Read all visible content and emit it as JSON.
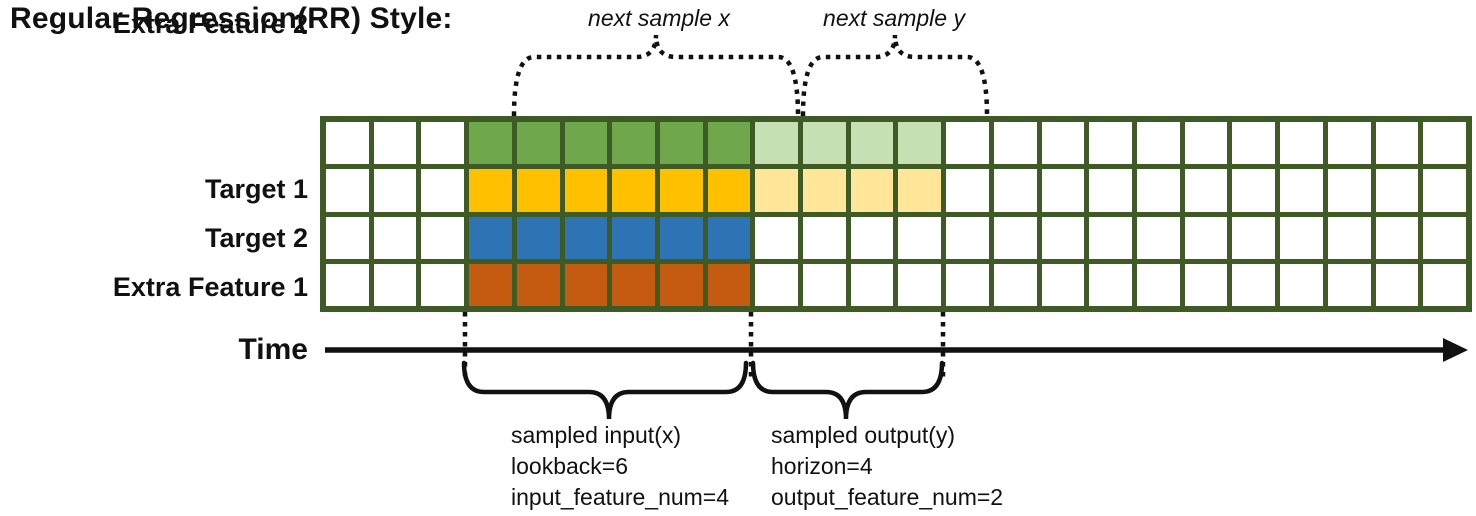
{
  "title": "Regular Regression(RR) Style:",
  "colors": {
    "grid_line": "#3e5a25",
    "cell_bg": "#ffffff",
    "annotation": "#111111"
  },
  "grid": {
    "columns": 24,
    "lookback_col_range": [
      3,
      8
    ],
    "horizon_col_range": [
      9,
      12
    ],
    "rows": [
      {
        "label": "Target 1",
        "full_color": "#6fa84c",
        "faded_color": "#c6e0b4",
        "has_horizon": true
      },
      {
        "label": "Target 2",
        "full_color": "#ffc000",
        "faded_color": "#ffe699",
        "has_horizon": true
      },
      {
        "label": "Extra Feature 1",
        "full_color": "#2e74b5",
        "faded_color": null,
        "has_horizon": false
      },
      {
        "label": "Extra Feature 2",
        "full_color": "#c55a11",
        "faded_color": null,
        "has_horizon": false
      }
    ]
  },
  "top_annotations": {
    "next_sample_x": "next sample x",
    "next_sample_y": "next sample y"
  },
  "time_axis": {
    "label": "Time"
  },
  "bottom_annotations": {
    "input": {
      "line1": "sampled input(x)",
      "line2": "lookback=6",
      "line3": "input_feature_num=4"
    },
    "output": {
      "line1": "sampled output(y)",
      "line2": "horizon=4",
      "line3": "output_feature_num=2"
    }
  }
}
